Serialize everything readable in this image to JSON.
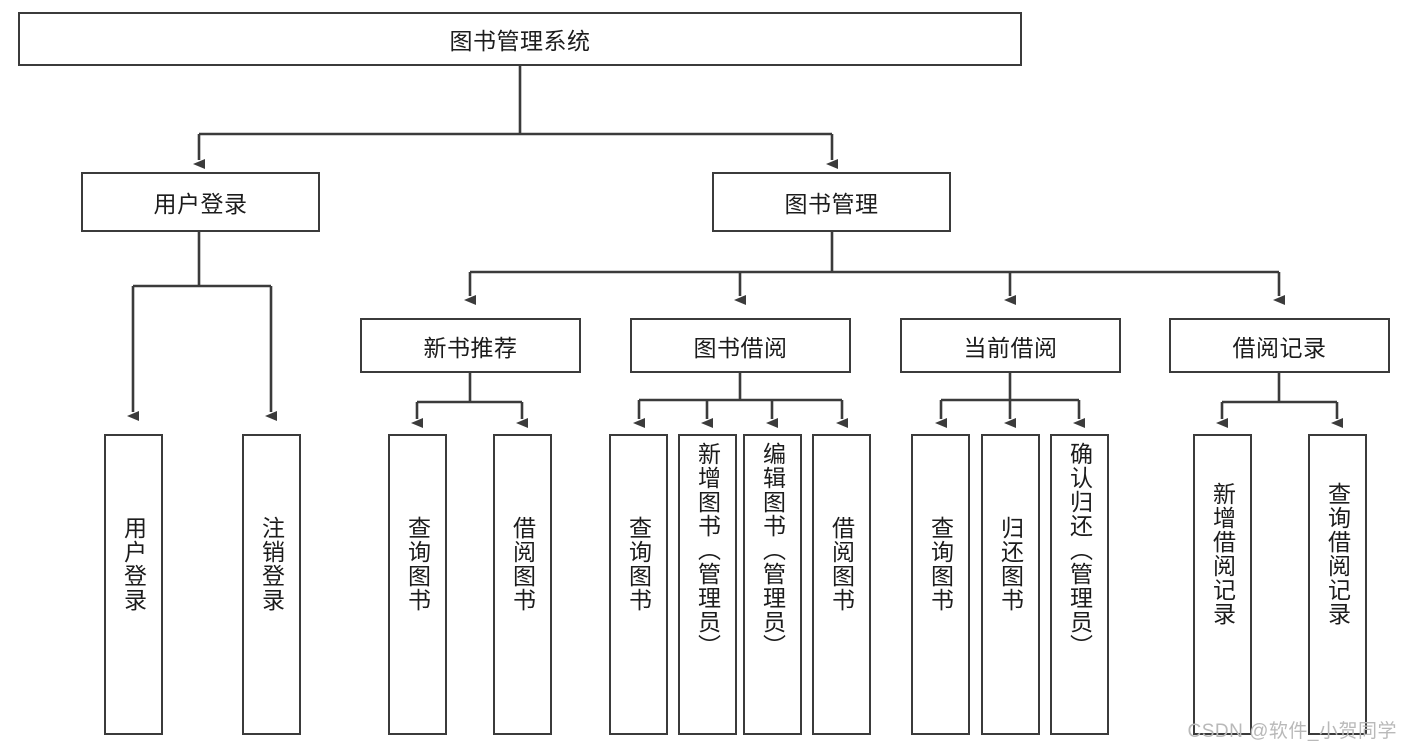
{
  "diagram": {
    "type": "tree-hierarchy",
    "title": "图书管理系统",
    "watermark": "CSDN @软件_小贺同学",
    "colors": {
      "stroke": "#3b3b3b",
      "fill": "#ffffff",
      "text": "#1c1c1c",
      "watermark": "#b9b9b9"
    },
    "levels": [
      {
        "level": 1,
        "nodes": [
          {
            "id": "root",
            "label": "图书管理系统",
            "orientation": "horizontal"
          }
        ]
      },
      {
        "level": 2,
        "nodes": [
          {
            "id": "l2-0",
            "label": "用户登录",
            "orientation": "horizontal",
            "parent": "root"
          },
          {
            "id": "l2-1",
            "label": "图书管理",
            "orientation": "horizontal",
            "parent": "root"
          }
        ]
      },
      {
        "level": 3,
        "nodes": [
          {
            "id": "l3-0",
            "label": "新书推荐",
            "orientation": "horizontal",
            "parent": "l2-1"
          },
          {
            "id": "l3-1",
            "label": "图书借阅",
            "orientation": "horizontal",
            "parent": "l2-1"
          },
          {
            "id": "l3-2",
            "label": "当前借阅",
            "orientation": "horizontal",
            "parent": "l2-1"
          },
          {
            "id": "l3-3",
            "label": "借阅记录",
            "orientation": "horizontal",
            "parent": "l2-1"
          }
        ]
      },
      {
        "level": 4,
        "nodes": [
          {
            "id": "l4-0",
            "label": "用户登录",
            "orientation": "vertical",
            "parent": "l2-0"
          },
          {
            "id": "l4-1",
            "label": "注销登录",
            "orientation": "vertical",
            "parent": "l2-0"
          },
          {
            "id": "l4-2",
            "label": "查询图书",
            "orientation": "vertical",
            "parent": "l3-0"
          },
          {
            "id": "l4-3",
            "label": "借阅图书",
            "orientation": "vertical",
            "parent": "l3-0"
          },
          {
            "id": "l4-4",
            "label": "查询图书",
            "orientation": "vertical",
            "parent": "l3-1"
          },
          {
            "id": "l4-5",
            "label": "新增图书（管理员）",
            "orientation": "vertical",
            "parent": "l3-1"
          },
          {
            "id": "l4-6",
            "label": "编辑图书（管理员）",
            "orientation": "vertical",
            "parent": "l3-1"
          },
          {
            "id": "l4-7",
            "label": "借阅图书",
            "orientation": "vertical",
            "parent": "l3-1"
          },
          {
            "id": "l4-8",
            "label": "查询图书",
            "orientation": "vertical",
            "parent": "l3-2"
          },
          {
            "id": "l4-9",
            "label": "归还图书",
            "orientation": "vertical",
            "parent": "l3-2"
          },
          {
            "id": "l4-10",
            "label": "确认归还（管理员）",
            "orientation": "vertical",
            "parent": "l3-2"
          },
          {
            "id": "l4-11",
            "label": "新增借阅记录",
            "orientation": "vertical",
            "parent": "l3-3"
          },
          {
            "id": "l4-12",
            "label": "查询借阅记录",
            "orientation": "vertical",
            "parent": "l3-3"
          }
        ]
      }
    ]
  }
}
